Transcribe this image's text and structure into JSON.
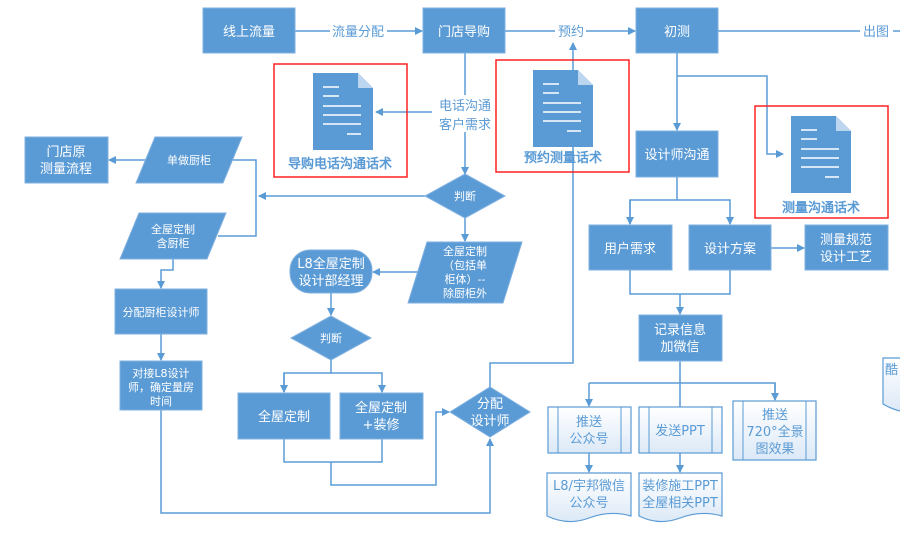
{
  "colors": {
    "primary": "#5b9bd5",
    "highlight": "#ff2020",
    "light_fill": "#eaf2fb"
  },
  "nodes": {
    "online_traffic": "线上流量",
    "store_guide": "门店导购",
    "initial_measure": "初测",
    "store_original": [
      "门店原",
      "测量流程"
    ],
    "single_kitchen": "单做厨柜",
    "whole_with_kitchen": [
      "全屋定制",
      "含厨柜"
    ],
    "assign_kitchen_designer": "分配厨柜设计师",
    "contact_l8": [
      "对接L8设计",
      "师，确定量房",
      "时间"
    ],
    "judge1": "判断",
    "whole_excl_kitchen": [
      "全屋定制",
      "（包括单",
      "柜体）--",
      "除厨柜外"
    ],
    "l8_manager": [
      "L8全屋定制",
      "设计部经理"
    ],
    "judge2": "判断",
    "whole_custom": "全屋定制",
    "whole_custom_deco": [
      "全屋定制",
      "+装修"
    ],
    "assign_designer": [
      "分配",
      "设计师"
    ],
    "designer_comm": "设计师沟通",
    "user_needs": "用户需求",
    "design_plan": "设计方案",
    "measure_spec": [
      "测量规范",
      "设计工艺"
    ],
    "record_info": [
      "记录信息",
      "加微信"
    ],
    "push_official": [
      "推送",
      "公众号"
    ],
    "send_ppt": "发送PPT",
    "push_720": [
      "推送",
      "720°全景",
      "图效果"
    ],
    "l8_wechat": [
      "L8/宇邦微信",
      "公众号"
    ],
    "ppt_docs": [
      "装修施工PPT",
      "全屋相关PPT"
    ],
    "partial_right": "酷"
  },
  "edge_labels": {
    "traffic_allocation": "流量分配",
    "appointment": "预约",
    "output_drawing": "出图",
    "phone_comm": [
      "电话沟通",
      "客户需求"
    ]
  },
  "documents": {
    "guide_phone_script": {
      "label": "导购电话沟通话术",
      "icon": "document-icon"
    },
    "appointment_script": {
      "label": "预约测量话术",
      "icon": "document-icon"
    },
    "measure_comm_script": {
      "label": "测量沟通话术",
      "icon": "document-icon"
    }
  }
}
